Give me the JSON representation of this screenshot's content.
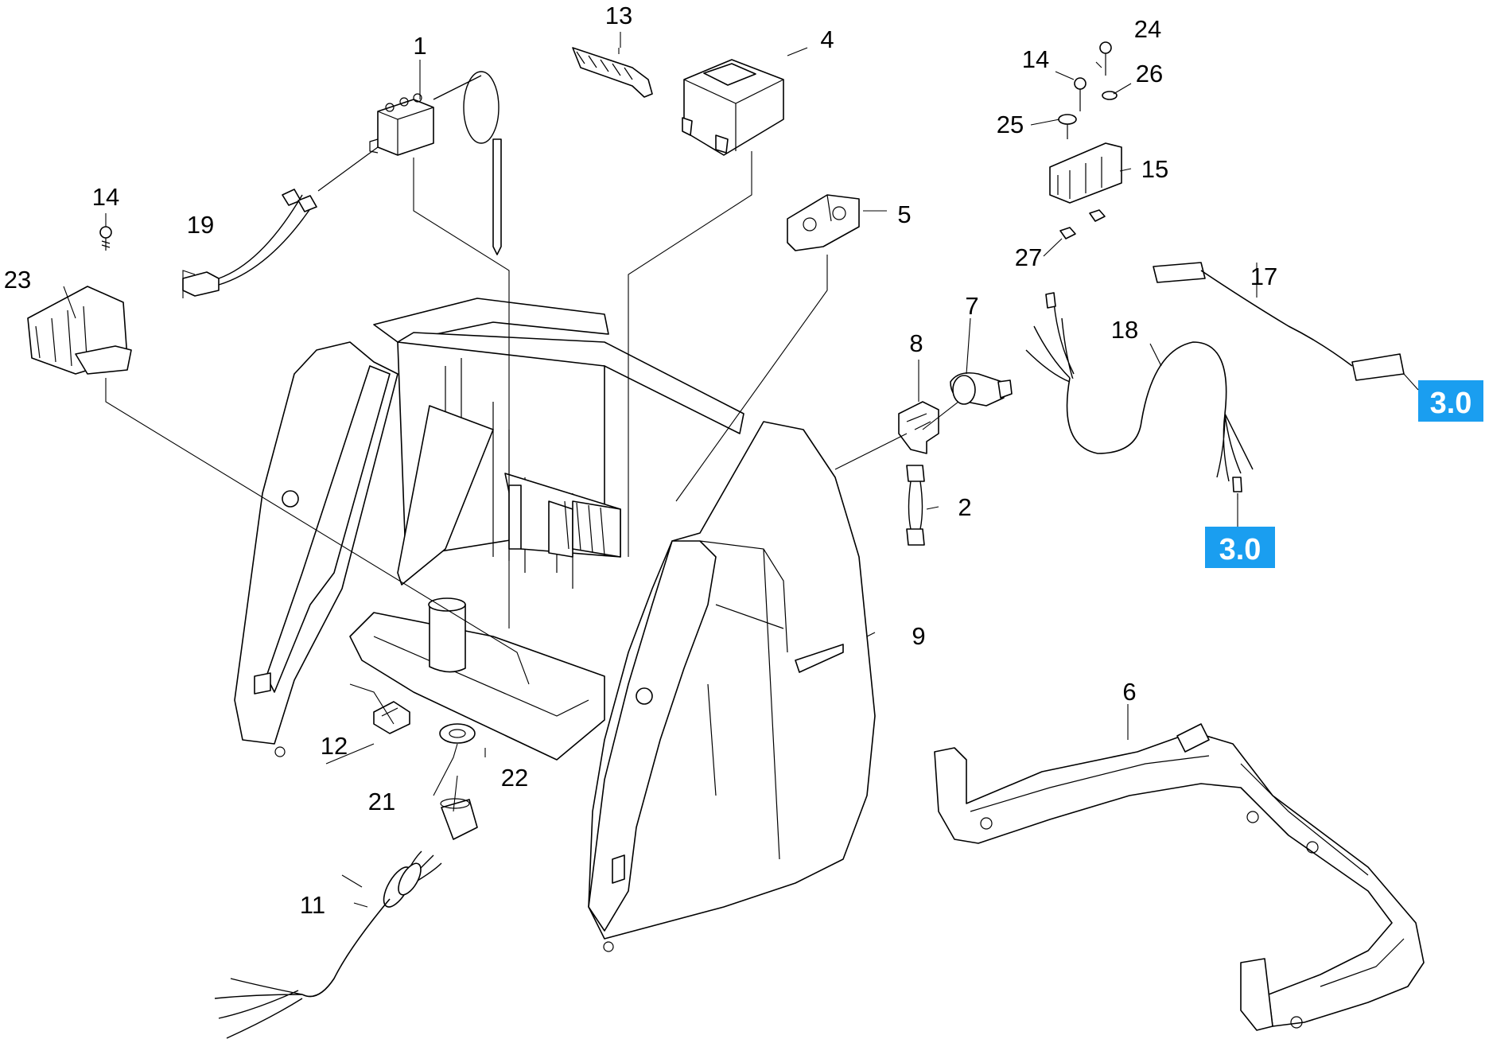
{
  "colors": {
    "accent": "#1a9ef0",
    "line": "#000000",
    "background": "#ffffff"
  },
  "labels": {
    "p1": "1",
    "p2": "2",
    "p4": "4",
    "p5": "5",
    "p6": "6",
    "p7": "7",
    "p8": "8",
    "p9": "9",
    "p11": "11",
    "p12": "12",
    "p13": "13",
    "p14a": "14",
    "p14b": "14",
    "p15": "15",
    "p17": "17",
    "p18": "18",
    "p19": "19",
    "p21": "21",
    "p22": "22",
    "p23": "23",
    "p24": "24",
    "p25": "25",
    "p26": "26",
    "p27": "27"
  },
  "refs": {
    "r17": "3.0",
    "r18": "3.0"
  }
}
